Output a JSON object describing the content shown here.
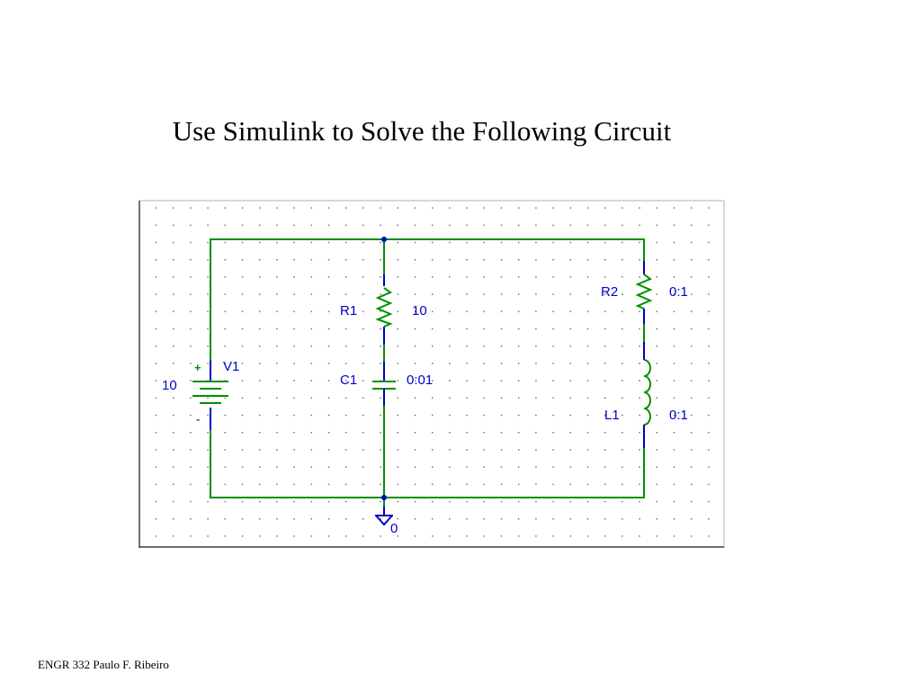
{
  "slide": {
    "title": "Use Simulink to Solve the Following Circuit",
    "footer": "ENGR 332 Paulo F. Ribeiro"
  },
  "circuit": {
    "source": {
      "name": "V1",
      "value": "10",
      "plus": "+",
      "minus": "-"
    },
    "r1": {
      "name": "R1",
      "value": "10"
    },
    "c1": {
      "name": "C1",
      "value": "0:01"
    },
    "r2": {
      "name": "R2",
      "value": "0:1"
    },
    "l1": {
      "name": "L1",
      "value": "0:1"
    },
    "ground": {
      "label": "0"
    }
  },
  "colors": {
    "wire": "#009000",
    "pin": "#0000cc",
    "label": "#0000cc",
    "grid_dot": "#606060",
    "frame": "#404040"
  }
}
